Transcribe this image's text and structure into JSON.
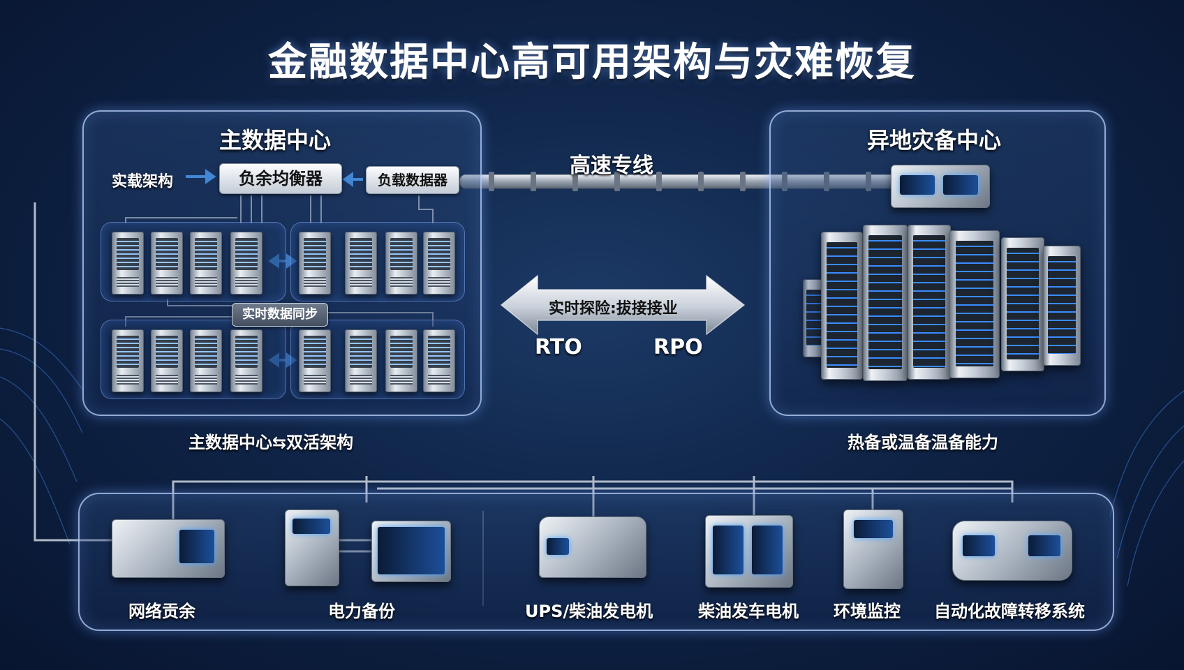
{
  "title": "金融数据中心高可用架构与灾难恢复",
  "primary_center": {
    "title": "主数据中心",
    "side_label": "实载架构",
    "load_balancer": "负余均衡器",
    "load_data": "负载数据器",
    "sync_label": "实时数据同步",
    "caption": "主数据中心⇆双活架构"
  },
  "link": {
    "label": "高速专线",
    "arrow_text": "实时探险:拔接接业",
    "rto": "RTO",
    "rpo": "RPO"
  },
  "backup_center": {
    "title": "异地灾备中心",
    "caption": "热备或温备温备能力"
  },
  "bottom_items": [
    {
      "label": "网络贡余"
    },
    {
      "label": "电力备份"
    },
    {
      "label": "UPS/柴油发电机"
    },
    {
      "label": "柴油发车电机"
    },
    {
      "label": "环境监控"
    },
    {
      "label": "自动化故障转移系统"
    }
  ],
  "colors": {
    "background": "#0f2447",
    "panel_border": "#bed7ff",
    "accent_arrow": "#4da3ff"
  }
}
